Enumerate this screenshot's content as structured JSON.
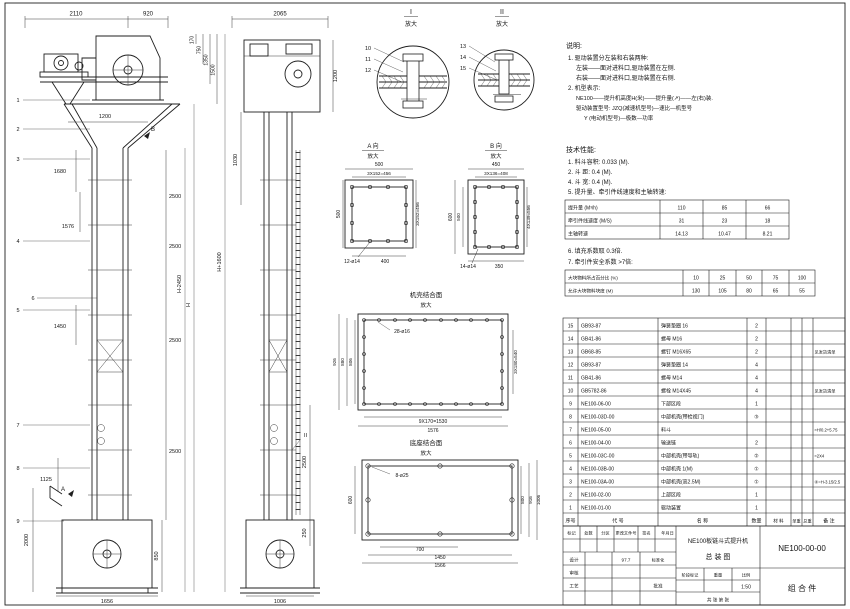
{
  "front": {
    "top_dims": [
      "2110",
      "920"
    ],
    "head_height_dims": [
      "170",
      "750",
      "1350",
      "1500"
    ],
    "dim_1200": "1200",
    "left_dims": {
      "d1680": "1680",
      "d1576": "1576",
      "d1450": "1450",
      "d1125": "1125",
      "d2000": "2000"
    },
    "section_dims": [
      "2500",
      "2500",
      "2500",
      "2500"
    ],
    "h_dims": {
      "h_plus": "H+1600",
      "h_minus": "H-2450",
      "h": "H"
    },
    "boot_dims": {
      "d850": "850",
      "d1656": "1656"
    },
    "view_labels": {
      "a": "A",
      "b": "B"
    },
    "callouts": [
      "1",
      "2",
      "3",
      "4",
      "5",
      "6",
      "7",
      "8",
      "9"
    ]
  },
  "side": {
    "top_dim": "2065",
    "right_dim_1200": "1200",
    "left_dim_1030": "1030",
    "dim_2500": "2500",
    "dim_250": "250",
    "bottom_dim": "1006",
    "detail_label": "II"
  },
  "detail_i": {
    "title": "I",
    "scale_note": "放大",
    "callouts": [
      "10",
      "11",
      "12"
    ]
  },
  "detail_ii": {
    "title": "II",
    "scale_note": "放大",
    "callouts": [
      "13",
      "14",
      "15"
    ]
  },
  "view_a": {
    "title": "A 向",
    "scale_note": "放大",
    "dim_outer": "500",
    "dim_pitch": "3X152=456",
    "dim_left": "500",
    "dim_right": "3X152=456",
    "dim_bottom": "400",
    "holes": "12-ø14"
  },
  "view_b": {
    "title": "B 向",
    "scale_note": "放大",
    "dim_top": "450",
    "dim_pitch_top": "3X136=408",
    "dim_left_outer": "600",
    "dim_left_inner": "500",
    "dim_right": "4X139=556",
    "dim_bottom": "350",
    "holes": "14-ø14"
  },
  "casing_face": {
    "title": "机壳结合面",
    "scale_note": "放大",
    "holes": "28-ø16",
    "dim_926": "926",
    "dim_880": "880",
    "dim_806": "806",
    "dim_right": "3X180=540",
    "dim_pitch_bottom": "9X170=1530",
    "dim_1576": "1576"
  },
  "base_face": {
    "title": "底座结合面",
    "scale_note": "放大",
    "holes": "8-ø25",
    "dim_600": "600",
    "dim_800": "800",
    "dim_916": "916",
    "dim_1006": "1006",
    "dim_700": "700",
    "dim_1450": "1450",
    "dim_1566": "1566"
  },
  "notes": {
    "title": "说明:",
    "lines": [
      "1. 驱动装置分左装和右装两种:",
      "左装——面对进料口,驱动装置在左侧.",
      "右装——面对进料口,驱动装置在右侧.",
      "2. 机型表示:",
      "NE100——提升机高度H(米)——提升量(↗)——左(右)装.",
      "驱动装置型号: JZQ(减速机型号)—速比—机型号",
      "Y (电动机型号)—极数—功率"
    ]
  },
  "tech": {
    "title": "技术性能:",
    "items": [
      "1. 料斗容积: 0.033 (M).",
      "2. 斗 距: 0.4 (M).",
      "4. 斗 宽: 0.4 (M).",
      "5. 提升量、牵引件线速度和主轴转速:"
    ],
    "perf_table": {
      "rows": [
        {
          "label": "提升量 (M³/h)",
          "v": [
            "110",
            "85",
            "66"
          ]
        },
        {
          "label": "牵引件线速度 (M/S)",
          "v": [
            "31",
            "23",
            "18"
          ]
        },
        {
          "label": "主轴转速",
          "v": [
            "14.13",
            "10.47",
            "8.21"
          ]
        }
      ]
    },
    "items2": [
      "6. 填充系数取 0.3倍.",
      "7. 牵引件安全系数 >7倍:"
    ],
    "lump_table": {
      "rows": [
        {
          "label": "大块物料所占百分比 (%)",
          "v": [
            "10",
            "25",
            "50",
            "75",
            "100"
          ]
        },
        {
          "label": "允许大块物料块度 (M)",
          "v": [
            "130",
            "105",
            "80",
            "65",
            "55"
          ]
        }
      ]
    }
  },
  "bom": {
    "headers": [
      "序号",
      "代 号",
      "名 称",
      "数量",
      "材 料",
      "单重",
      "总重",
      "备 注"
    ],
    "rows": [
      [
        "15",
        "GB93-87",
        "弹簧垫圈 16",
        "2",
        "",
        "",
        "",
        ""
      ],
      [
        "14",
        "GB41-86",
        "螺母 M16",
        "2",
        "",
        "",
        "",
        ""
      ],
      [
        "13",
        "GB68-85",
        "螺钉 M16X65",
        "2",
        "",
        "",
        "",
        "见发货清单"
      ],
      [
        "12",
        "GB93-87",
        "弹簧垫圈 14",
        "4",
        "",
        "",
        "",
        ""
      ],
      [
        "11",
        "GB41-86",
        "螺母 M14",
        "4",
        "",
        "",
        "",
        ""
      ],
      [
        "10",
        "GB5782-86",
        "螺栓 M14X45",
        "4",
        "",
        "",
        "",
        "见发货清单"
      ],
      [
        "9",
        "NE100-06-00",
        "下部区段",
        "1",
        "",
        "",
        "",
        ""
      ],
      [
        "8",
        "NE100-03D-00",
        "中部机壳(带检视门)",
        "③",
        "",
        "",
        "",
        ""
      ],
      [
        "7",
        "NE100-05-00",
        "料斗",
        "",
        "",
        "",
        "",
        "≈H/0.2+5.75"
      ],
      [
        "6",
        "NE100-04-00",
        "输送链",
        "2",
        "",
        "",
        "",
        ""
      ],
      [
        "5",
        "NE100-03C-00",
        "中部机壳(带导轨)",
        "②",
        "",
        "",
        "",
        "≈2X4"
      ],
      [
        "4",
        "NE100-03B-00",
        "中部机壳 1(M)",
        "①",
        "",
        "",
        "",
        ""
      ],
      [
        "3",
        "NE100-03A-00",
        "中部机壳(高2.5M)",
        "①",
        "",
        "",
        "",
        "②=H-3.15/2.5"
      ],
      [
        "2",
        "NE100-02-00",
        "上部区段",
        "1",
        "",
        "",
        "",
        ""
      ],
      [
        "1",
        "NE100-01-00",
        "驱动装置",
        "1",
        "",
        "",
        "",
        ""
      ]
    ]
  },
  "title_block": {
    "product": "NE100板链斗式提升机",
    "sheet_name": "总 装 图",
    "drawing_no": "NE100-00-00",
    "part_class": "组 合 件",
    "scale_label": "比例",
    "scale": "1:50",
    "stage_label": "阶段标记",
    "weight_label": "重量",
    "sheet_label": "共 张 第 张",
    "rev_headers": [
      "标记",
      "处数",
      "分区",
      "更改文件号",
      "签名",
      "年月日"
    ],
    "sig": {
      "design": "设计",
      "check": "审核",
      "process": "工艺",
      "std": "标准化",
      "approve": "批准",
      "date": "97.7"
    }
  }
}
